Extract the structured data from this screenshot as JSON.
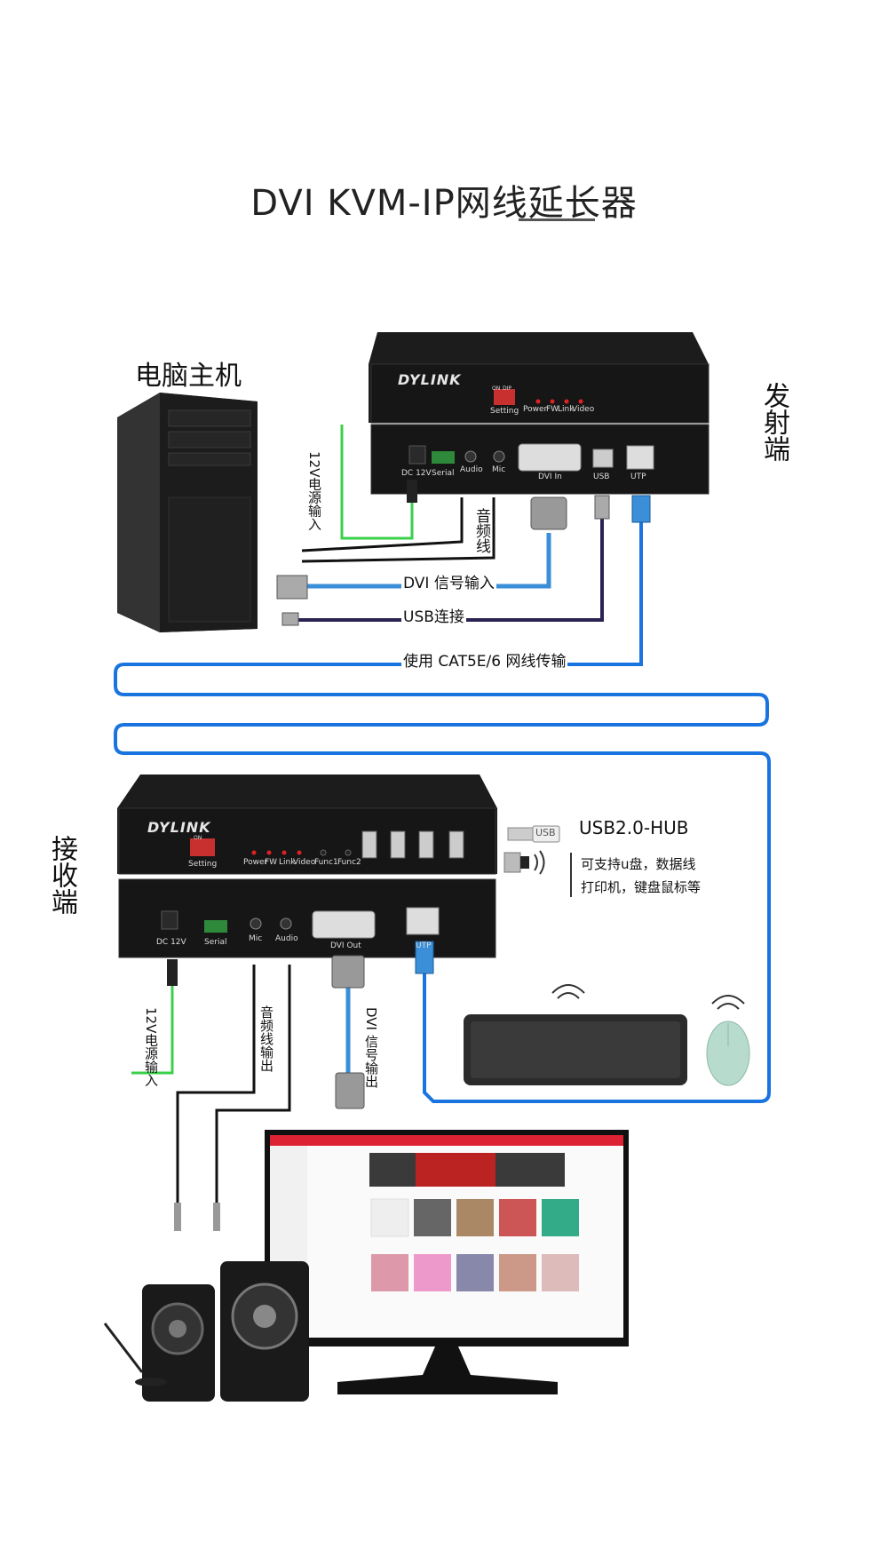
{
  "title": "DVI KVM-IP网线延长器",
  "labels": {
    "pc": "电脑主机",
    "transmitter": "发射端",
    "receiver": "接收端"
  },
  "brand": "DYLINK",
  "transmitter_panel": {
    "front": [
      "Setting",
      "Power",
      "FW",
      "Link",
      "Video"
    ],
    "dip": [
      "ON",
      "DIP"
    ],
    "rear": [
      "DC 12V",
      "Serial",
      "Audio",
      "Mic",
      "DVI In",
      "USB",
      "UTP"
    ]
  },
  "receiver_panel": {
    "front": [
      "Setting",
      "Power",
      "FW",
      "Link",
      "Video",
      "Func1",
      "Func2"
    ],
    "dip": [
      "ON"
    ],
    "rear": [
      "DC 12V",
      "Serial",
      "Mic",
      "Audio",
      "DVI Out",
      "UTP"
    ]
  },
  "cables": {
    "power_in_tx": "12V电源输入",
    "audio": "音频线",
    "dvi_in": "DVI 信号输入",
    "usb": "USB连接",
    "cat": "使用 CAT5E/6 网线传输",
    "power_in_rx": "12V电源输入",
    "audio_out": "音频线输出",
    "dvi_out": "DVI 信号输出"
  },
  "hub": {
    "title": "USB2.0-HUB",
    "line1": "可支持u盘，数据线",
    "line2": "打印机，键盘鼠标等",
    "usb_tag": "USB"
  },
  "colors": {
    "power": "#3bd04a",
    "audio": "#111111",
    "dvi": "#3a8fd8",
    "usb": "#2a2250",
    "cat": "#1a74e0"
  }
}
